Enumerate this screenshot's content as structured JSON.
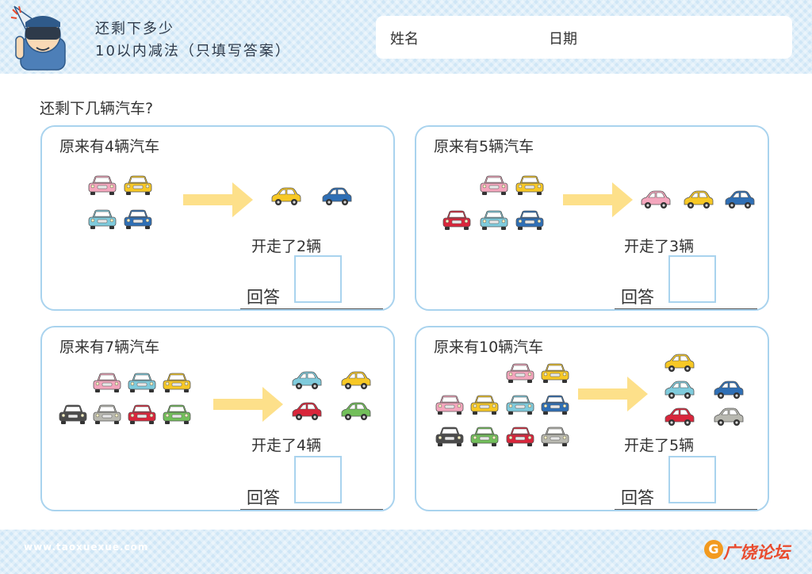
{
  "header": {
    "title_line1": "还剩下多少",
    "title_line2": "10以内减法（只填写答案）",
    "name_label": "姓名",
    "date_label": "日期"
  },
  "instruction": "还剩下几辆汽车?",
  "panels": [
    {
      "title": "原来有4辆汽车",
      "drive_text": "开走了2辆",
      "answer_label": "回答",
      "original_cars": 4,
      "driven_cars": 2
    },
    {
      "title": "原来有5辆汽车",
      "drive_text": "开走了3辆",
      "answer_label": "回答",
      "original_cars": 5,
      "driven_cars": 3
    },
    {
      "title": "原来有7辆汽车",
      "drive_text": "开走了4辆",
      "answer_label": "回答",
      "original_cars": 7,
      "driven_cars": 4
    },
    {
      "title": "原来有10辆汽车",
      "drive_text": "开走了5辆",
      "answer_label": "回答",
      "original_cars": 10,
      "driven_cars": 5
    }
  ],
  "footer": {
    "site_url": "www.taoxuexue.com",
    "brand_name": "广饶论坛",
    "brand_mark": "G"
  },
  "colors": {
    "band": "#cfe6f6",
    "panel_border": "#a9d3ee",
    "arrow": "#fde08a",
    "brand": "#e94b2e",
    "car_pink": "#f4a6bd",
    "car_yellow": "#f7c825",
    "car_blue": "#2f6fb5",
    "car_cyan": "#7fcbdc",
    "car_red": "#d9263b",
    "car_black": "#4a4a4a",
    "car_gray": "#b8b8b0",
    "car_green": "#72bf5a"
  },
  "icons": [
    "mascot-icon",
    "car-front-icon",
    "car-side-icon",
    "arrow-right-icon"
  ]
}
